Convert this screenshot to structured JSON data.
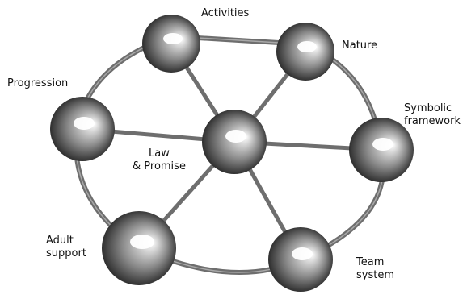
{
  "diagram": {
    "nodes": [
      {
        "id": "activities",
        "label": "Activities"
      },
      {
        "id": "nature",
        "label": "Nature"
      },
      {
        "id": "progression",
        "label": "Progression"
      },
      {
        "id": "symbolic",
        "label": "Symbolic\nframework"
      },
      {
        "id": "law",
        "label": "Law\n& Promise"
      },
      {
        "id": "adult",
        "label": "Adult\nsupport"
      },
      {
        "id": "team",
        "label": "Team\nsystem"
      }
    ],
    "rim_order": [
      "activities",
      "nature",
      "symbolic",
      "team",
      "adult",
      "progression"
    ],
    "spokes": [
      [
        "law",
        "activities"
      ],
      [
        "law",
        "nature"
      ],
      [
        "law",
        "symbolic"
      ],
      [
        "law",
        "team"
      ],
      [
        "law",
        "adult"
      ],
      [
        "law",
        "progression"
      ]
    ]
  },
  "colors": {
    "connector": "#6e6e6e",
    "sphere_dark": "#1e1e1e",
    "sphere_mid": "#8a8a8a",
    "sphere_light": "#ffffff"
  }
}
